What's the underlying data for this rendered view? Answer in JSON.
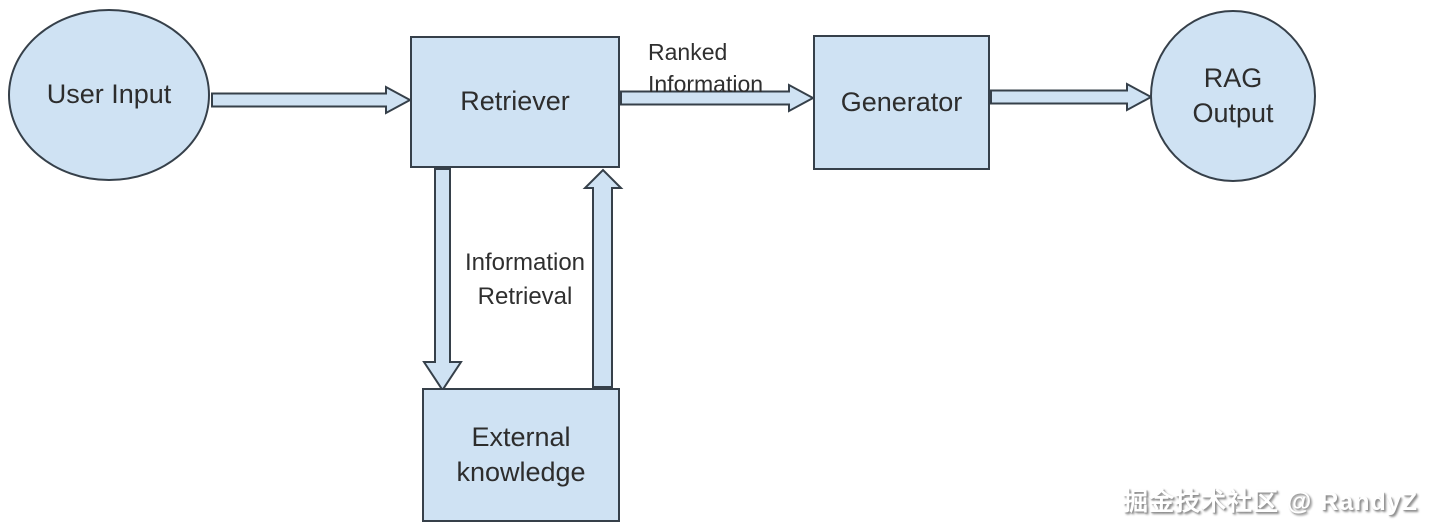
{
  "diagram": {
    "title_implied": "RAG flow diagram",
    "colors": {
      "background": "#ffffff",
      "shape_fill": "#cfe2f3",
      "shape_stroke": "#36404a",
      "text": "#2d2d2d",
      "watermark_text": "#ffffff",
      "watermark_shadow": "#8f8f8f"
    },
    "nodes": {
      "user_input": {
        "label": "User Input",
        "shape": "ellipse"
      },
      "retriever": {
        "label": "Retriever",
        "shape": "rect"
      },
      "generator": {
        "label": "Generator",
        "shape": "rect"
      },
      "rag_output": {
        "label": "RAG Output",
        "shape": "ellipse"
      },
      "external_knowledge": {
        "label": "External knowledge",
        "shape": "rect"
      }
    },
    "edges": {
      "user_to_retriever": {
        "label": ""
      },
      "retriever_to_generator": {
        "label": "Ranked Information"
      },
      "generator_to_rag_output": {
        "label": ""
      },
      "retriever_to_external": {
        "label": "Information Retrieval"
      },
      "external_to_retriever": {
        "label": ""
      }
    },
    "watermark": "掘金技术社区 @ RandyZ"
  }
}
